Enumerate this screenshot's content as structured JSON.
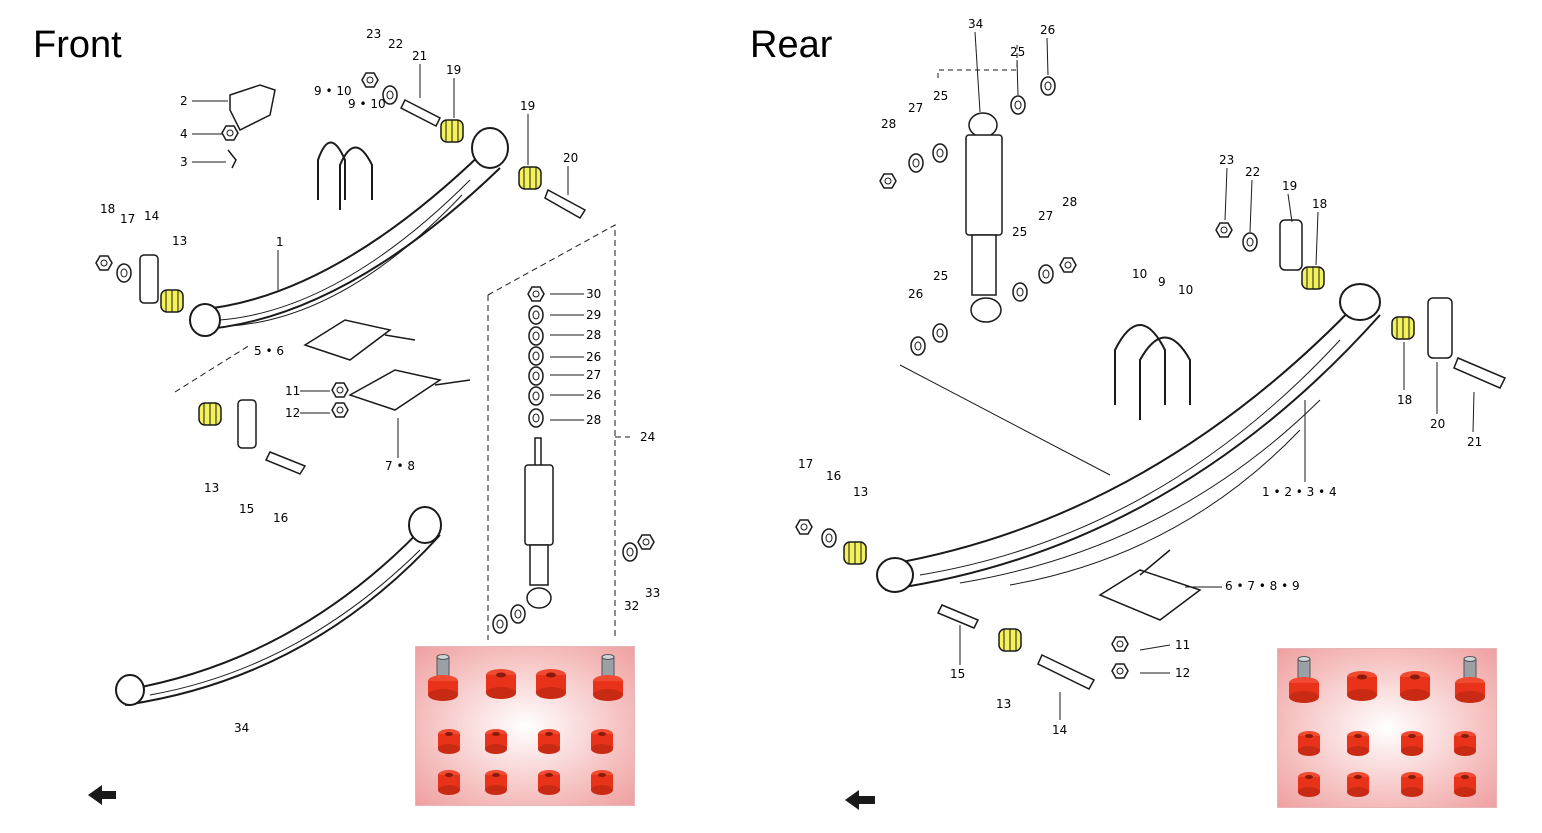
{
  "titles": {
    "front": "Front",
    "rear": "Rear"
  },
  "colors": {
    "bush_highlight": "#f4f25a",
    "poly_bush": "#e8331a",
    "line": "#1a1a1a"
  },
  "front_callouts": {
    "n2": "2",
    "n3": "3",
    "n4": "4",
    "n9_10a": "9 • 10",
    "n9_10b": "9 • 10",
    "n23": "23",
    "n22": "22",
    "n21": "21",
    "n19a": "19",
    "n19b": "19",
    "n20": "20",
    "n18": "18",
    "n17": "17",
    "n14": "14",
    "n13a": "13",
    "n1": "1",
    "n5_6": "5 • 6",
    "n11": "11",
    "n12": "12",
    "n13b": "13",
    "n15": "15",
    "n16": "16",
    "n7_8": "7 • 8",
    "n30": "30",
    "n29": "29",
    "n28a": "28",
    "n26a": "26",
    "n27": "27",
    "n26b": "26",
    "n28b": "28",
    "n24": "24",
    "n32": "32",
    "n33": "33",
    "n34": "34"
  },
  "rear_callouts": {
    "n34": "34",
    "n26a": "26",
    "n25a": "25",
    "n27a": "27",
    "n25b": "25",
    "n28a": "28",
    "n23": "23",
    "n22": "22",
    "n19": "19",
    "n18a": "18",
    "n25c": "25",
    "n27b": "27",
    "n28b": "28",
    "n10": "10",
    "n9": "9",
    "n10b": "10",
    "n25d": "25",
    "n26b": "26",
    "n18b": "18",
    "n20": "20",
    "n21": "21",
    "n1234": "1 • 2 • 3 • 4",
    "n17": "17",
    "n16": "16",
    "n13a": "13",
    "n6789": "6 • 7 • 8 • 9",
    "n11": "11",
    "n12": "12",
    "n15": "15",
    "n13b": "13",
    "n14": "14"
  }
}
